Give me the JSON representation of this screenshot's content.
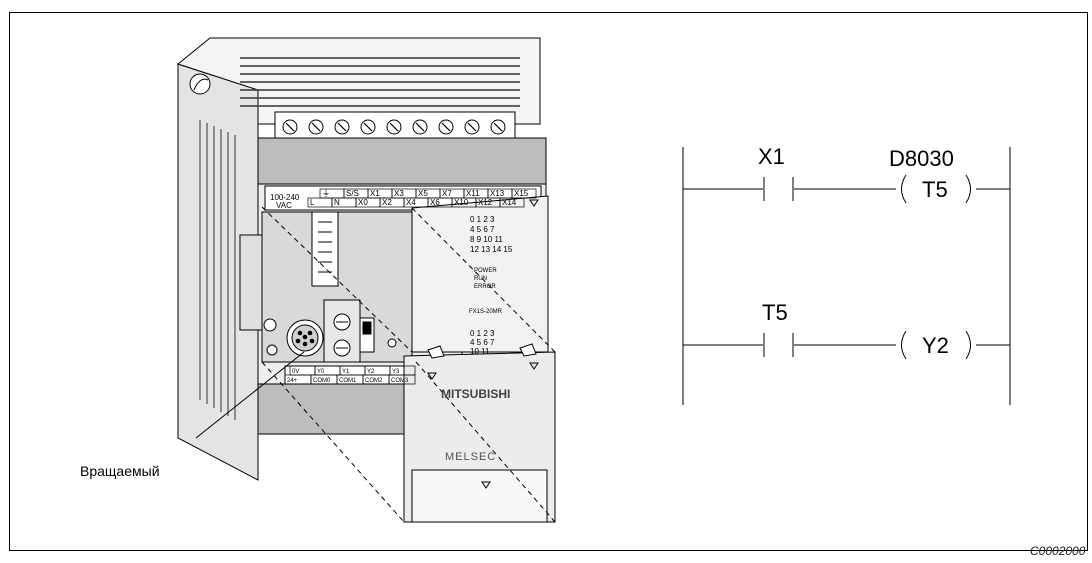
{
  "diagram": {
    "callout_label": "Вращаемый",
    "figure_code": "C0002000",
    "plc": {
      "brand": "MITSUBISHI",
      "series_mark": "MELSEC",
      "model_mark": "FX1S-20MR",
      "power_label_1": "100-240",
      "power_label_2": "VAC",
      "input_terminals_top": [
        "⏚",
        "S/S",
        "X1",
        "X3",
        "X5",
        "X7",
        "X11",
        "X13",
        "X15"
      ],
      "input_terminals_bottom": [
        "L",
        "N",
        "X0",
        "X2",
        "X4",
        "X6",
        "X10",
        "X12",
        "X14"
      ],
      "output_terminals_top": [
        "0V",
        "Y0",
        "Y1",
        "Y2",
        "Y3"
      ],
      "output_terminals_bottom": [
        "24+",
        "COM0",
        "COM1",
        "COM2",
        "COM3"
      ],
      "led_rows_in": [
        "0 1 2 3",
        "4 5 6 7",
        "8 9 10 11",
        "12 13 14 15"
      ],
      "led_rows_out": [
        "0 1 2 3",
        "4 5 6 7",
        "10 11"
      ],
      "status_leds": [
        "POWER",
        "RUN",
        "ERROR"
      ]
    },
    "ladder": {
      "rung1": {
        "contact": "X1",
        "register": "D8030",
        "coil": "T5"
      },
      "rung2": {
        "contact": "T5",
        "coil": "Y2"
      }
    }
  }
}
